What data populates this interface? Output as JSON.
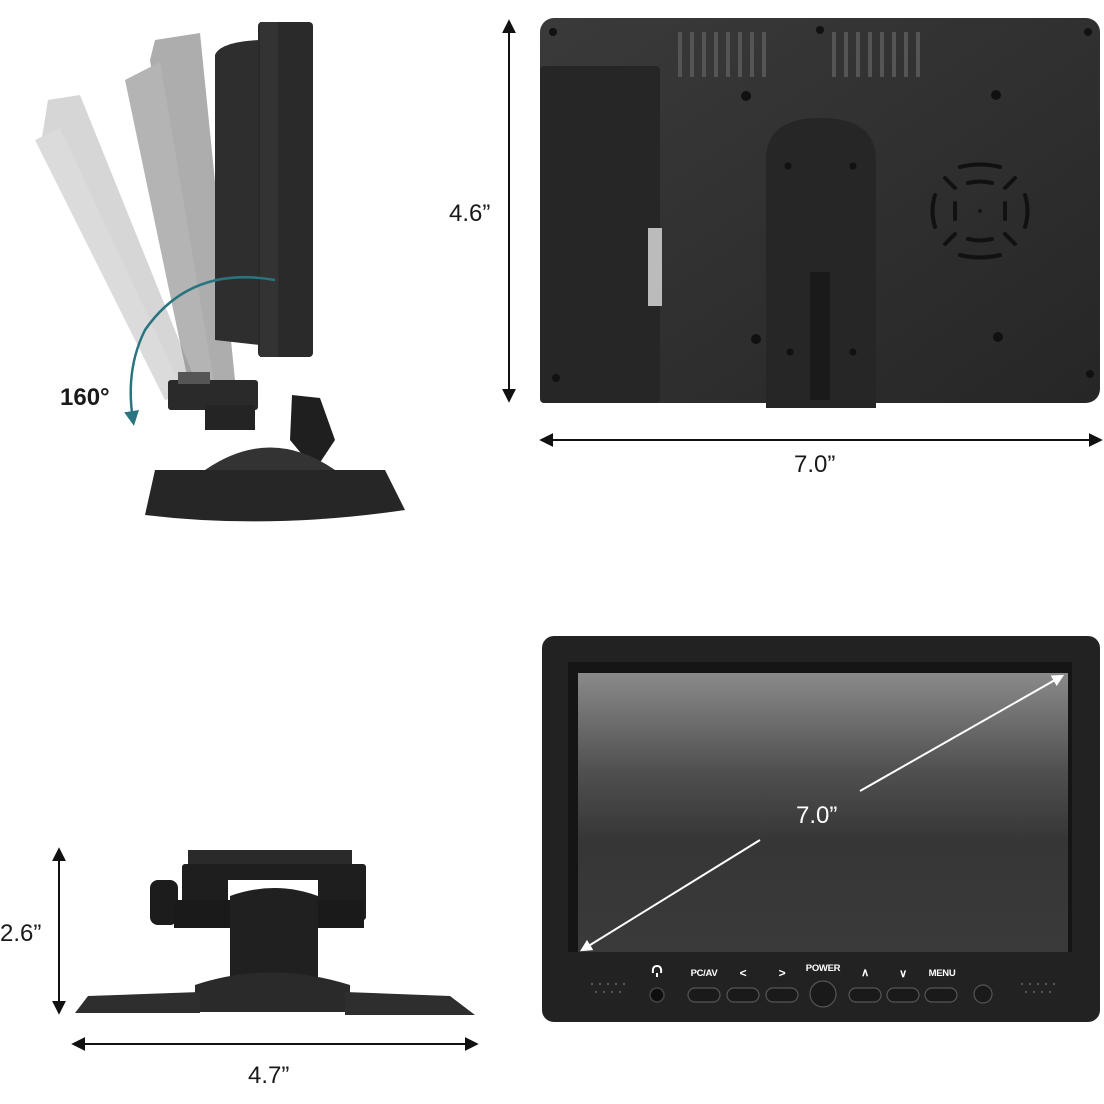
{
  "panels": {
    "tilt": {
      "angle_label": "160°",
      "arrow_color": "#2a7480"
    },
    "back": {
      "height_label": "4.6”",
      "width_label": "7.0”"
    },
    "stand": {
      "height_label": "2.6”",
      "width_label": "4.7”"
    },
    "front": {
      "diagonal_label": "7.0”",
      "buttons": [
        {
          "label": "PC/AV"
        },
        {
          "label": "<"
        },
        {
          "label": ">"
        },
        {
          "label": "POWER"
        },
        {
          "label": "∧"
        },
        {
          "label": "∨"
        },
        {
          "label": "MENU"
        }
      ],
      "headphone_icon": "headphone-icon"
    }
  },
  "colors": {
    "device_body": "#2b2b2b",
    "device_dark": "#1c1c1c",
    "dimension_line": "#111111",
    "accent_teal": "#2a7480"
  }
}
